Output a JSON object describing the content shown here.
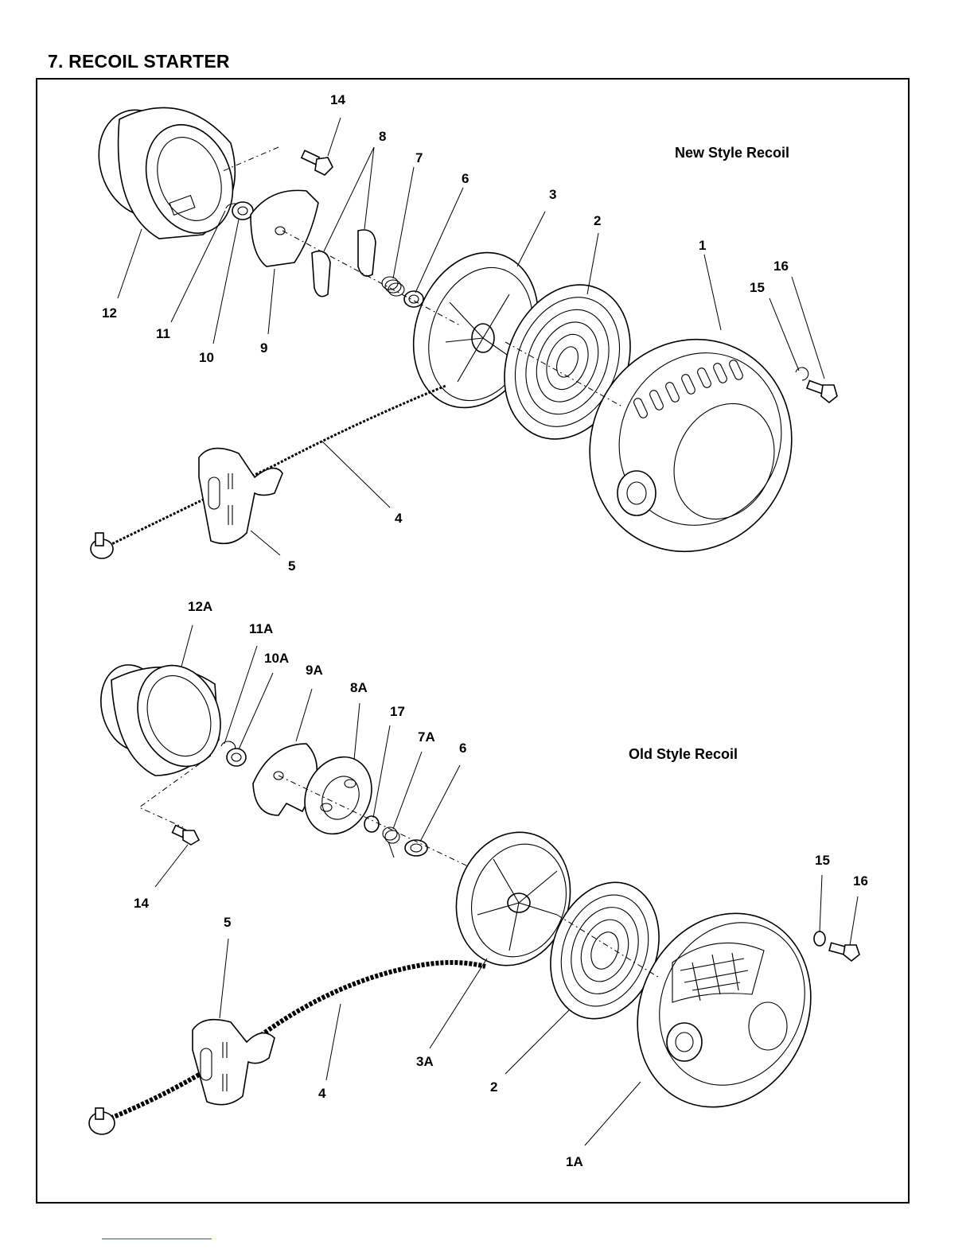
{
  "page": {
    "title": "7. RECOIL STARTER"
  },
  "sections": {
    "new_style": "New Style Recoil",
    "old_style": "Old Style Recoil"
  },
  "callouts": {
    "new": {
      "p1": "1",
      "p2": "2",
      "p3": "3",
      "p4": "4",
      "p5": "5",
      "p6": "6",
      "p7": "7",
      "p8": "8",
      "p9": "9",
      "p10": "10",
      "p11": "11",
      "p12": "12",
      "p14": "14",
      "p15": "15",
      "p16": "16"
    },
    "old": {
      "p1A": "1A",
      "p2": "2",
      "p3A": "3A",
      "p4": "4",
      "p5": "5",
      "p6": "6",
      "p7A": "7A",
      "p8A": "8A",
      "p9A": "9A",
      "p10A": "10A",
      "p11A": "11A",
      "p12A": "12A",
      "p14": "14",
      "p15": "15",
      "p16": "16",
      "p17": "17"
    }
  }
}
